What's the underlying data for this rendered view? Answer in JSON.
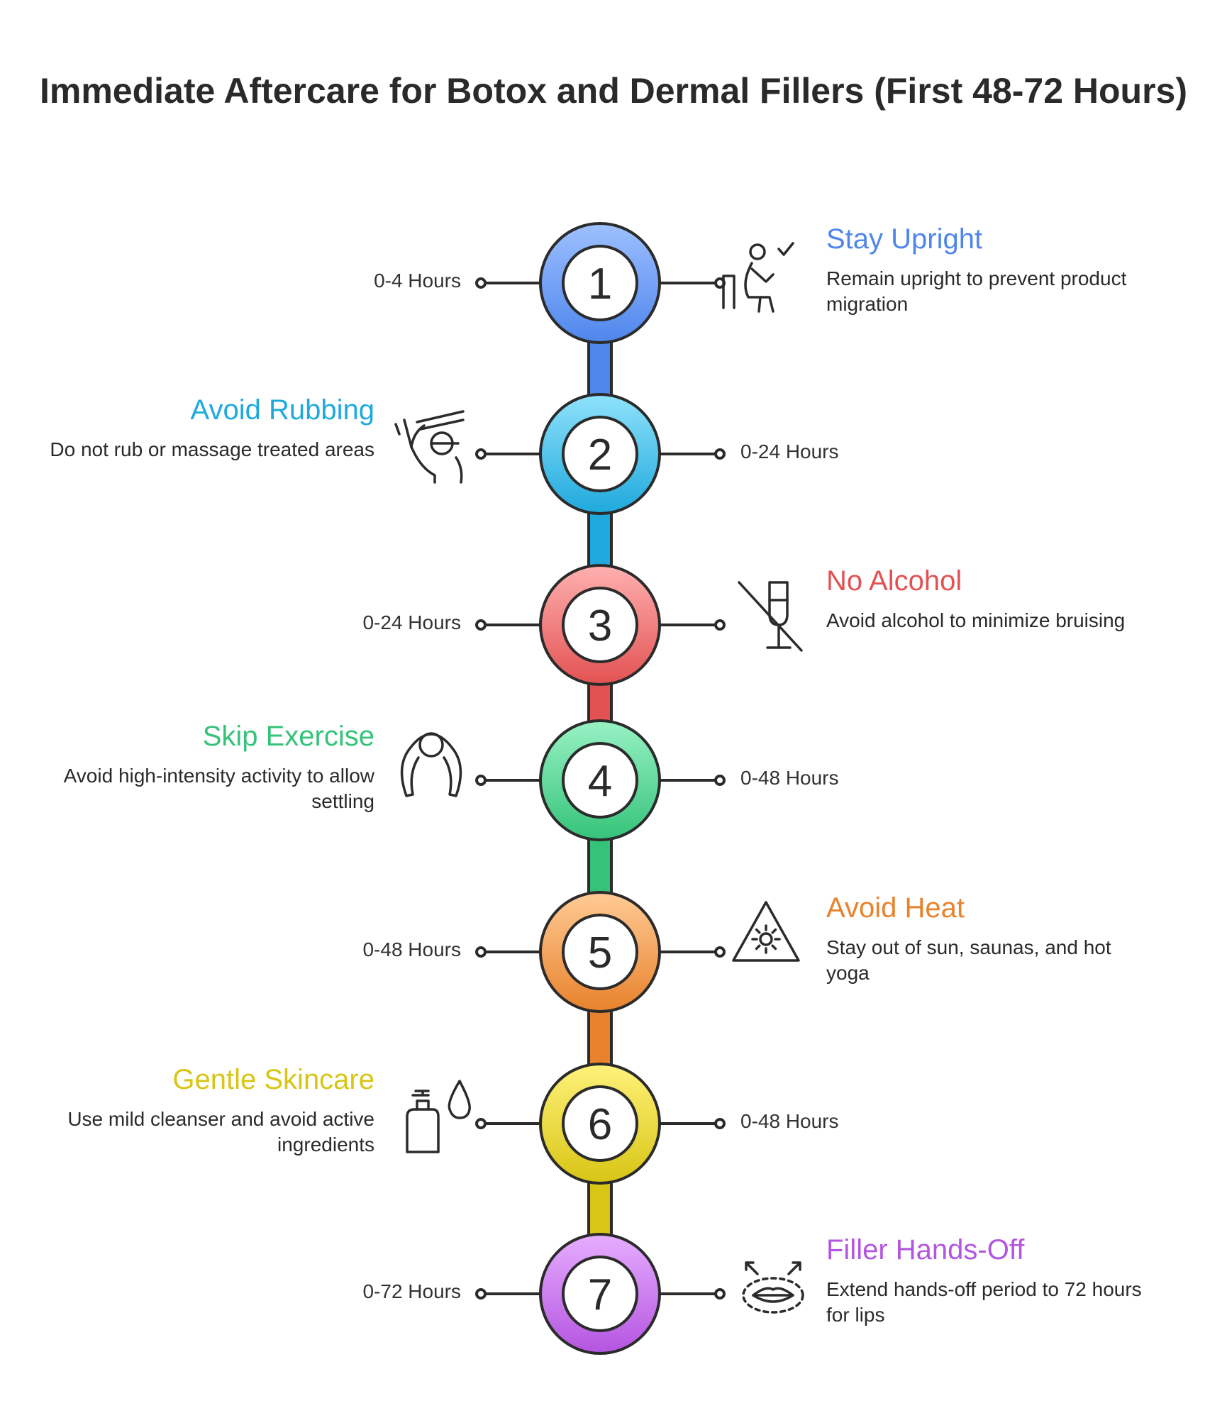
{
  "title": "Immediate Aftercare for Botox and Dermal Fillers (First 48-72 Hours)",
  "steps": [
    {
      "number": "1",
      "heading": "Stay Upright",
      "description": "Remain upright to prevent product migration",
      "timing": "0-4 Hours",
      "side": "right",
      "color": "#4f86ec",
      "color_light": "#9dc0ff",
      "icon": "person-sitting-check-icon"
    },
    {
      "number": "2",
      "heading": "Avoid Rubbing",
      "description": "Do not rub or massage treated areas",
      "timing": "0-24 Hours",
      "side": "left",
      "color": "#1fa9dc",
      "color_light": "#8fe2fb",
      "icon": "hand-rubbing-no-icon"
    },
    {
      "number": "3",
      "heading": "No Alcohol",
      "description": "Avoid alcohol to minimize bruising",
      "timing": "0-24 Hours",
      "side": "right",
      "color": "#e35252",
      "color_light": "#ffb0b0",
      "icon": "no-wine-glass-icon"
    },
    {
      "number": "4",
      "heading": "Skip Exercise",
      "description": "Avoid high-intensity activity to allow settling",
      "timing": "0-48 Hours",
      "side": "left",
      "color": "#35c37a",
      "color_light": "#98f2c4",
      "icon": "exercise-person-icon"
    },
    {
      "number": "5",
      "heading": "Avoid Heat",
      "description": "Stay out of sun, saunas, and hot yoga",
      "timing": "0-48 Hours",
      "side": "right",
      "color": "#e8822c",
      "color_light": "#ffcb95",
      "icon": "heat-warning-triangle-icon"
    },
    {
      "number": "6",
      "heading": "Gentle Skincare",
      "description": "Use mild cleanser and avoid active ingredients",
      "timing": "0-48 Hours",
      "side": "left",
      "color": "#d8c514",
      "color_light": "#fff27a",
      "icon": "cleanser-bottle-drop-icon"
    },
    {
      "number": "7",
      "heading": "Filler Hands-Off",
      "description": "Extend hands-off period to 72 hours for lips",
      "timing": "0-72 Hours",
      "side": "right",
      "color": "#b455e0",
      "color_light": "#e6adff",
      "icon": "lips-expand-icon"
    }
  ]
}
